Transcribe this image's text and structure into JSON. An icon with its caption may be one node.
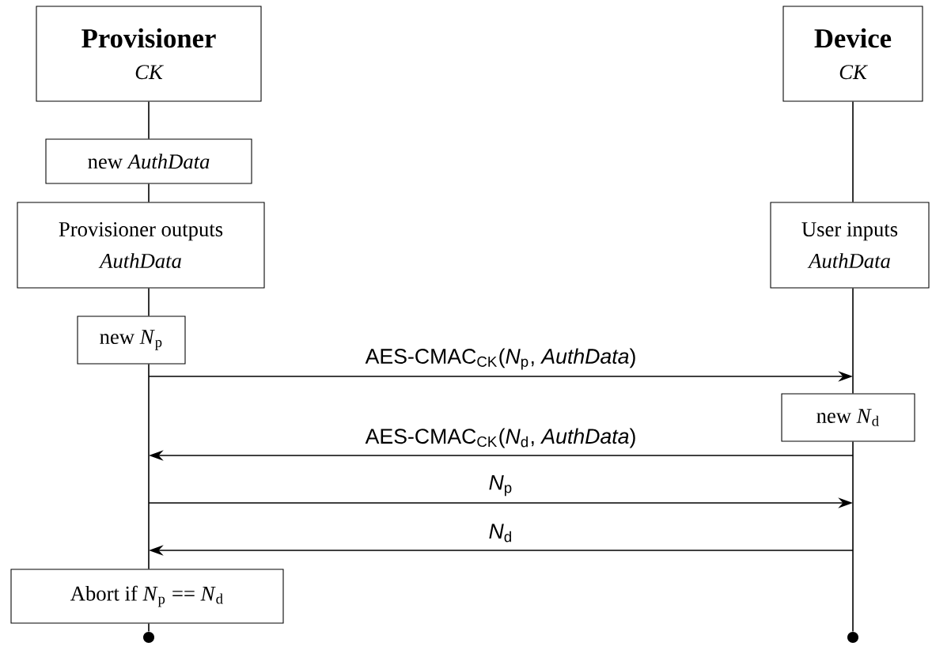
{
  "diagram": {
    "nodes": [
      {
        "text": [
          "Provisioner",
          "CK"
        ]
      },
      {
        "text": [
          "Device",
          "CK"
        ]
      },
      {
        "text": [
          "new *AuthData*"
        ]
      },
      {
        "text": [
          "Provisioner outputs",
          "AuthData"
        ]
      },
      {
        "text": [
          "User inputs",
          "AuthData"
        ]
      },
      {
        "text": [
          "new *N*$_{p}$"
        ]
      },
      {
        "text": [
          "new *N*$_{d}$"
        ]
      },
      {
        "text": [
          "Abort if *N*$_{p}$ == *N*$_{d}$"
        ]
      },
      {
        "text": [],
        "shape": "circle"
      },
      {
        "text": [],
        "shape": "circle"
      }
    ],
    "edges": [
      {
        "from": 0,
        "to": 2,
        "arrow": "none"
      },
      {
        "from": 2,
        "to": 3,
        "arrow": "none"
      },
      {
        "from": 3,
        "to": 5,
        "arrow": "none"
      },
      {
        "from": 5,
        "to": 7,
        "arrow": "none"
      },
      {
        "from": 7,
        "to": 8,
        "arrow": "none"
      },
      {
        "from": 1,
        "to": 4,
        "arrow": "none"
      },
      {
        "from": 4,
        "to": 6,
        "arrow": "none"
      },
      {
        "from": 6,
        "to": 9,
        "arrow": "none"
      },
      {
        "from": 5,
        "to": 6,
        "arrow": "to",
        "label": "AES-CMAC$_{CK}$(*N*$_{p}$, *AuthData*)"
      },
      {
        "from": 6,
        "to": 5,
        "arrow": "to",
        "label": "AES-CMAC$_{CK}$(*N*$_{d}$, *AuthData*)"
      },
      {
        "from": 7,
        "to": 6,
        "arrow": "to",
        "label": "*N*$_{p}$"
      },
      {
        "from": 9,
        "to": 7,
        "arrow": "to",
        "label": "*N*$_{d}$"
      }
    ]
  }
}
